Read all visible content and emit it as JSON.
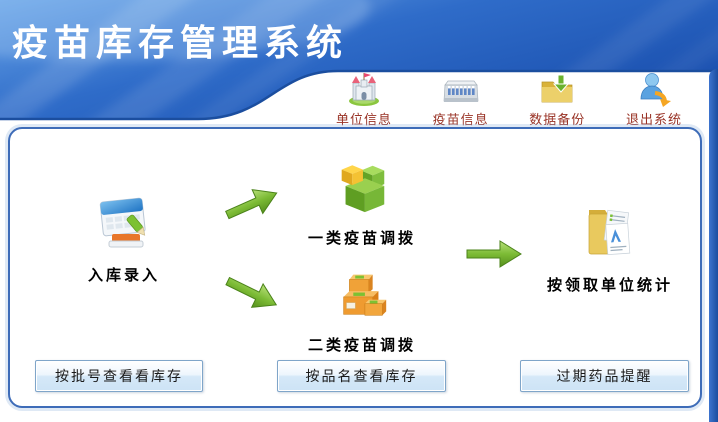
{
  "banner": {
    "title": "疫苗库存管理系统"
  },
  "toolbar": {
    "items": [
      {
        "label": "单位信息",
        "icon": "castle-icon"
      },
      {
        "label": "疫苗信息",
        "icon": "vaccine-box-icon"
      },
      {
        "label": "数据备份",
        "icon": "backup-folder-icon"
      },
      {
        "label": "退出系统",
        "icon": "exit-user-icon"
      }
    ]
  },
  "flow": {
    "nodes": [
      {
        "label": "入库录入",
        "icon": "stock-entry-icon"
      },
      {
        "label": "一类疫苗调拨",
        "icon": "class1-blocks-icon"
      },
      {
        "label": "二类疫苗调拨",
        "icon": "class2-boxes-icon"
      },
      {
        "label": "按领取单位统计",
        "icon": "unit-stats-folder-icon"
      }
    ],
    "arrows": [
      "up-right",
      "down-right",
      "right"
    ]
  },
  "buttons": [
    {
      "label": "按批号查看看库存"
    },
    {
      "label": "按品名查看库存"
    },
    {
      "label": "过期药品提醒"
    }
  ],
  "colors": {
    "banner_blue": "#2e6bc8",
    "banner_blue_dark": "#1a4fae",
    "toolbar_label_red": "#993326",
    "panel_border_blue": "#3e6cb8",
    "arrow_green": "#6fae27",
    "button_face_blue": "#d5e8f8",
    "button_border_blue": "#7fa5c9",
    "box_orange": "#ef9b30",
    "folder_yellow": "#e9c95e"
  }
}
